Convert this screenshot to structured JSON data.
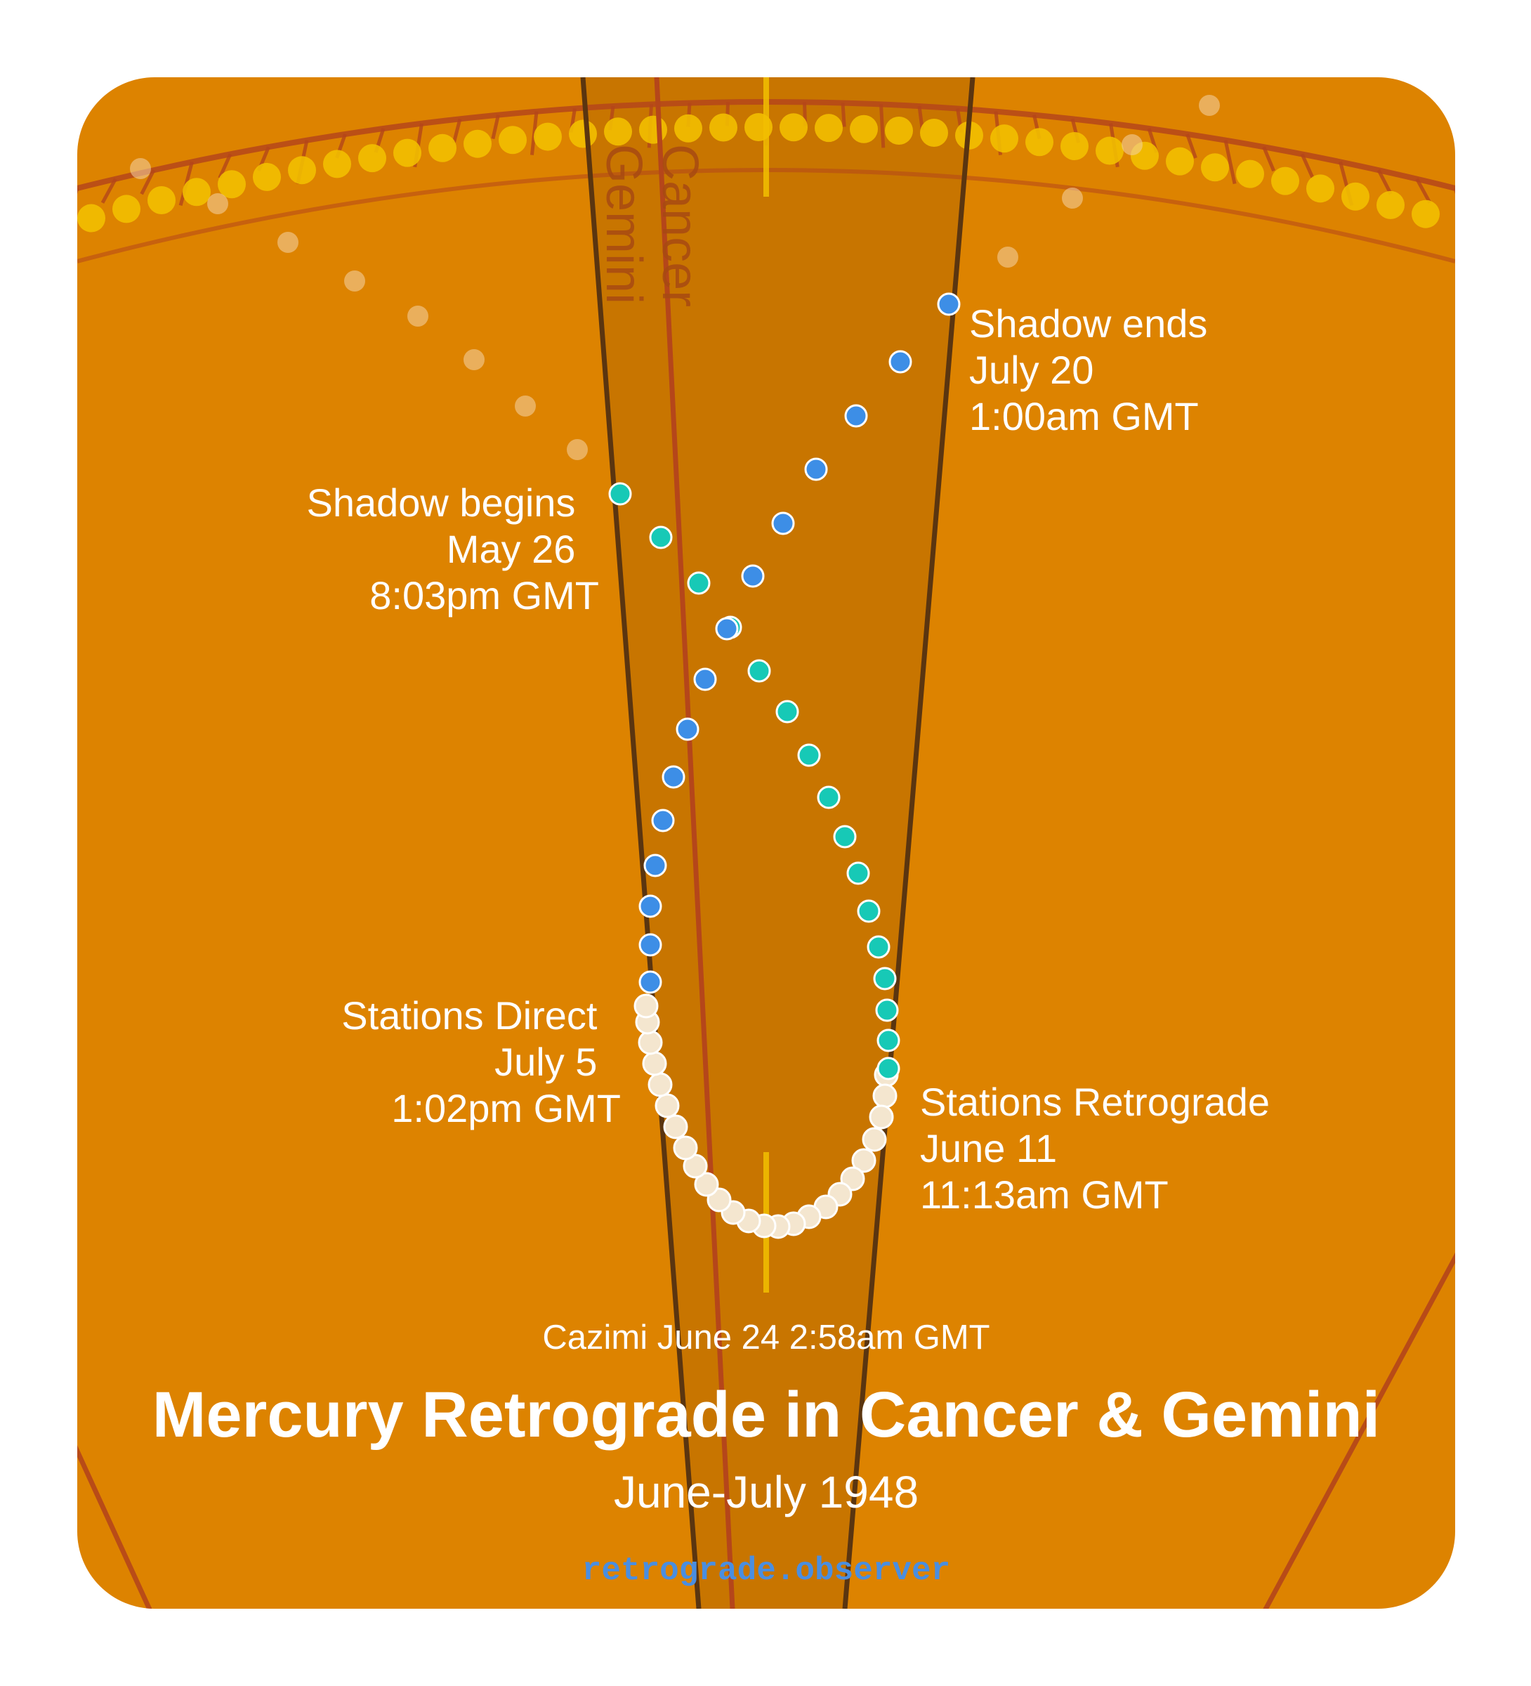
{
  "colors": {
    "background": "#dd8300",
    "shadow_zone": "#c87500",
    "boundary_line": "#5a3510",
    "sign_line": "#b5461a",
    "pre_shadow": "#17c9b6",
    "retrograde": "#f4e6cf",
    "post_shadow": "#3d8ee6",
    "sun": "#f3c000",
    "site": "#4a8ee0"
  },
  "signs": {
    "cancer": "Cancer",
    "gemini": "Gemini"
  },
  "events": {
    "shadow_begins": {
      "title": "Shadow begins",
      "date": "May 26",
      "time": "8:03pm GMT"
    },
    "shadow_ends": {
      "title": "Shadow ends",
      "date": "July 20",
      "time": "1:00am GMT"
    },
    "stations_direct": {
      "title": "Stations Direct",
      "date": "July 5",
      "time": "1:02pm GMT"
    },
    "stations_retrograde": {
      "title": "Stations Retrograde",
      "date": "June 11",
      "time": "11:13am GMT"
    }
  },
  "cazimi": "Cazimi June 24 2:58am GMT",
  "title": "Mercury Retrograde in Cancer & Gemini",
  "subtitle": "June-July 1948",
  "site": "retrograde.observer"
}
